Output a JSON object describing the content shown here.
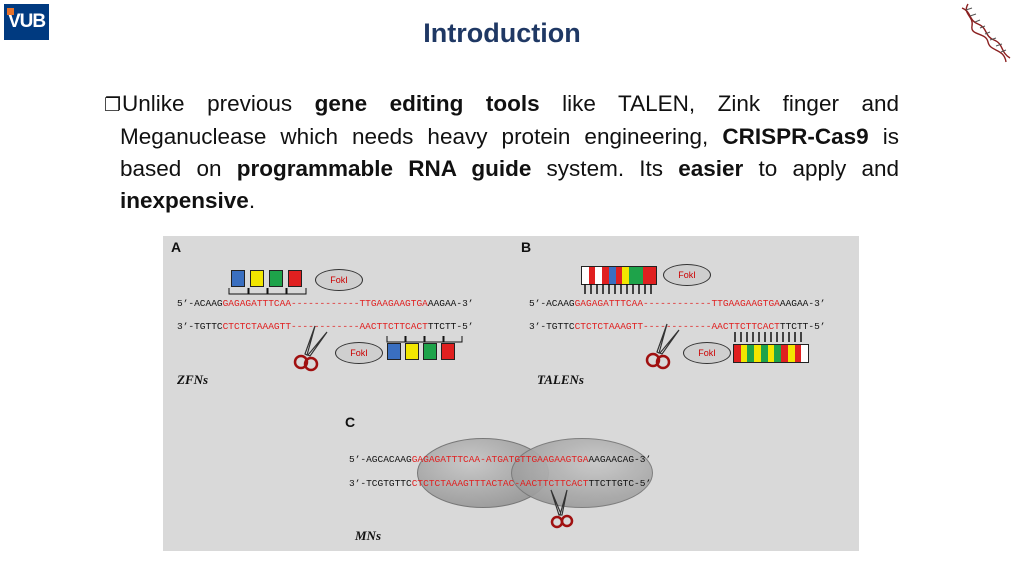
{
  "logo": {
    "text": "VUB"
  },
  "title": "Introduction",
  "bullet": {
    "prefix": "Unlike previous ",
    "b1": "gene editing tools",
    "mid1": " like TALEN, Zink finger and Meganuclease which needs heavy protein engineering, ",
    "b2": "CRISPR-Cas9",
    "mid2": " is  based on ",
    "b3": "programmable RNA guide",
    "mid3": " system. Its ",
    "b4": "easier",
    "mid4": " to apply and ",
    "b5": "inexpensive",
    "suffix": "."
  },
  "figure": {
    "panels": {
      "a": {
        "label": "A",
        "name": "ZFNs",
        "fokI_top": "FokI",
        "fokI_bottom": "FokI",
        "seq_top_5": "5’-ACAAG",
        "seq_top_red": "GAGAGATTTCAA",
        "seq_top_dash": "------------",
        "seq_top_red2": "TTGAAGAAGTGA",
        "seq_top_3": "AAGAA-3’",
        "seq_bot_3": "3’-TGTTC",
        "seq_bot_red": "CTCTCTAAAGTT",
        "seq_bot_dash": "------------",
        "seq_bot_red2": "AACTTCTTCACT",
        "seq_bot_5": "TTCTT-5’"
      },
      "b": {
        "label": "B",
        "name": "TALENs",
        "fokI_top": "FokI",
        "fokI_bottom": "FokI",
        "seq_top_5": "5’-ACAAG",
        "seq_top_red": "GAGAGATTTCAA",
        "seq_top_dash": "------------",
        "seq_top_red2": "TTGAAGAAGTGA",
        "seq_top_3": "AAGAA-3’",
        "seq_bot_3": "3’-TGTTC",
        "seq_bot_red": "CTCTCTAAAGTT",
        "seq_bot_dash": "------------",
        "seq_bot_red2": "AACTTCTTCACT",
        "seq_bot_5": "TTCTT-5’"
      },
      "c": {
        "label": "C",
        "name": "MNs",
        "seq_top_5": "5’-AGCACAAG",
        "seq_top_red": "GAGAGATTTCAA-ATGATGTTGAAGAAGTGA",
        "seq_top_3": "AAGAACAG-3’",
        "seq_bot_3": "3’-TCGTGTTC",
        "seq_bot_red": "CTCTCTAAAGTTTACTAC-AACTTCTTCACT",
        "seq_bot_5": "TTCTTGTC-5’"
      }
    },
    "colors": {
      "blue": "#3a6fc0",
      "yellow": "#f2e600",
      "green": "#1ea34a",
      "red": "#e02020",
      "dna_red": "#e02020"
    }
  },
  "icons": {
    "corner": "dna-helix-icon",
    "scissors": "scissors-icon"
  }
}
